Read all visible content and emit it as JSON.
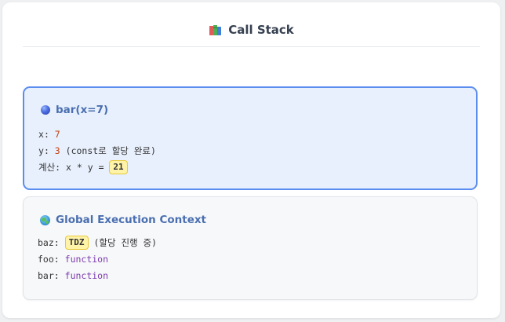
{
  "header": {
    "icon": "books-icon",
    "title": "Call Stack"
  },
  "stack": [
    {
      "icon": "blue-ball-icon",
      "title": "bar(x=7)",
      "active": true,
      "rows": [
        {
          "name": "x",
          "sep": ": ",
          "value": "7"
        },
        {
          "name": "y",
          "sep": ": ",
          "value": "3",
          "note": " (const로 할당 완료)"
        },
        {
          "name": "계산",
          "sep": ": ",
          "expr": "x * y = ",
          "result": "21"
        }
      ]
    },
    {
      "icon": "globe-icon",
      "title": "Global Execution Context",
      "active": false,
      "rows": [
        {
          "name": "baz",
          "sep": ": ",
          "badge": "TDZ",
          "note": " (할당 진행 중)"
        },
        {
          "name": "foo",
          "sep": ": ",
          "value": "function"
        },
        {
          "name": "bar",
          "sep": ": ",
          "value": "function"
        }
      ]
    }
  ],
  "colors": {
    "active_border": "#5b8def",
    "active_bg": "#e8f0fd",
    "title": "#4a6fb0",
    "number": "#c2410c",
    "keyword": "#7c3aad",
    "badge_bg": "#fff3a8"
  }
}
